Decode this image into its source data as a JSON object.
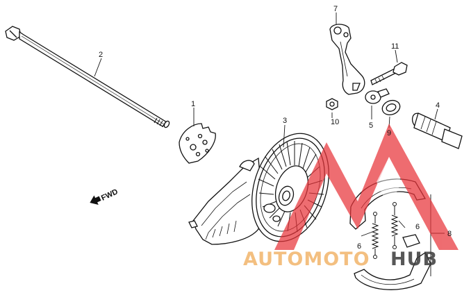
{
  "callouts": {
    "c1": "1",
    "c2": "2",
    "c3": "3",
    "c4": "4",
    "c5": "5",
    "c6a": "6",
    "c6b": "6",
    "c7": "7",
    "c8": "8",
    "c9": "9",
    "c10": "10",
    "c11": "11"
  },
  "direction_label": "FWD",
  "watermark": {
    "part1": "AUTOMOTO",
    "part2": "HUB"
  },
  "colors": {
    "line": "#111111",
    "watermark_red": "#e8343a",
    "watermark_orange": "#f2b56a",
    "watermark_dark": "#3a3a3a"
  }
}
